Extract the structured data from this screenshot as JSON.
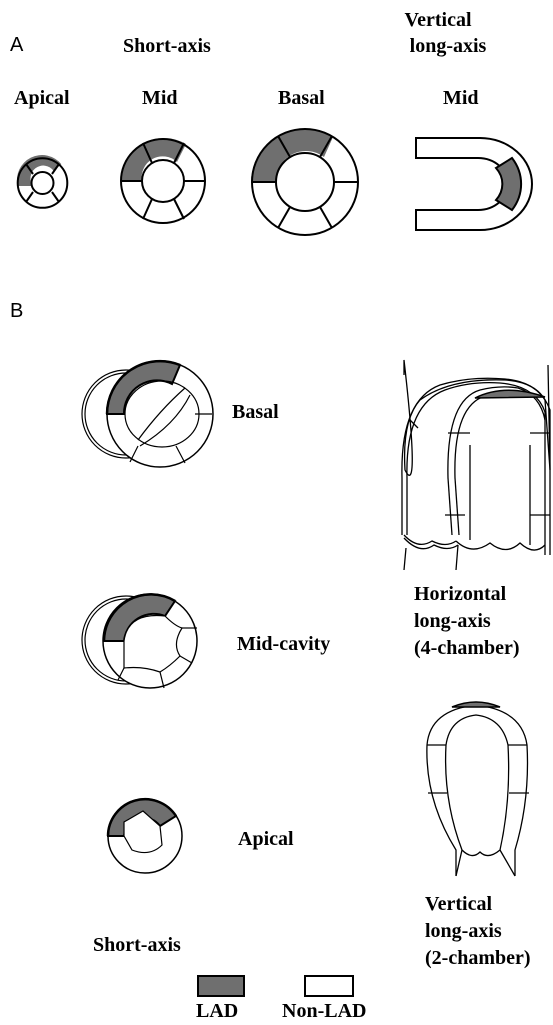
{
  "colors": {
    "lad": "#6f6f6f",
    "non_lad": "#ffffff",
    "stroke": "#000000"
  },
  "panel_a": {
    "letter": "A",
    "short_axis_heading": "Short-axis",
    "vertical_long_axis_heading_line1": "Vertical",
    "vertical_long_axis_heading_line2": "long-axis",
    "col_apical": "Apical",
    "col_mid": "Mid",
    "col_basal": "Basal",
    "col_vla_mid": "Mid"
  },
  "panel_b": {
    "letter": "B",
    "basal": "Basal",
    "mid_cavity": "Mid-cavity",
    "apical": "Apical",
    "short_axis": "Short-axis",
    "hla_line1": "Horizontal",
    "hla_line2": "long-axis",
    "hla_line3": "(4-chamber)",
    "vla_line1": "Vertical",
    "vla_line2": "long-axis",
    "vla_line3": "(2-chamber)"
  },
  "legend": {
    "lad": "LAD",
    "non_lad": "Non-LAD"
  }
}
